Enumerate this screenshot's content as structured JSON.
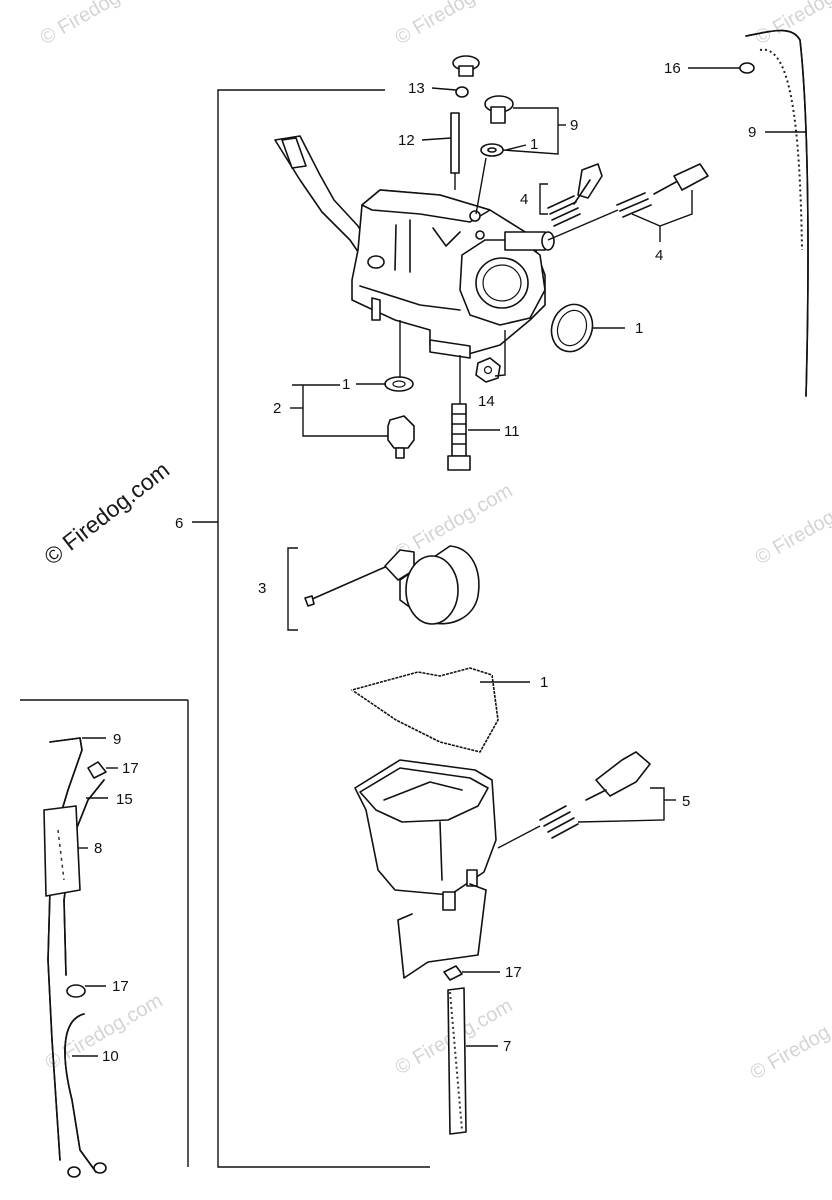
{
  "diagram": {
    "watermark_main": "© Firedog.com",
    "watermark_faint": "© Firedog.com",
    "callouts": {
      "c16": "16",
      "c9_top": "9",
      "c13": "13",
      "c12": "12",
      "c9_screw": "9",
      "c1_washer": "1",
      "c4_left": "4",
      "c4_right": "4",
      "c1_oring": "1",
      "c1_jet": "1",
      "c2": "2",
      "c14": "14",
      "c11": "11",
      "c6": "6",
      "c3": "3",
      "c1_gasket": "1",
      "c5": "5",
      "c17_mid": "17",
      "c7": "7",
      "c9_left": "9",
      "c17_left_top": "17",
      "c15": "15",
      "c8": "8",
      "c17_left_bot": "17",
      "c10": "10"
    }
  }
}
